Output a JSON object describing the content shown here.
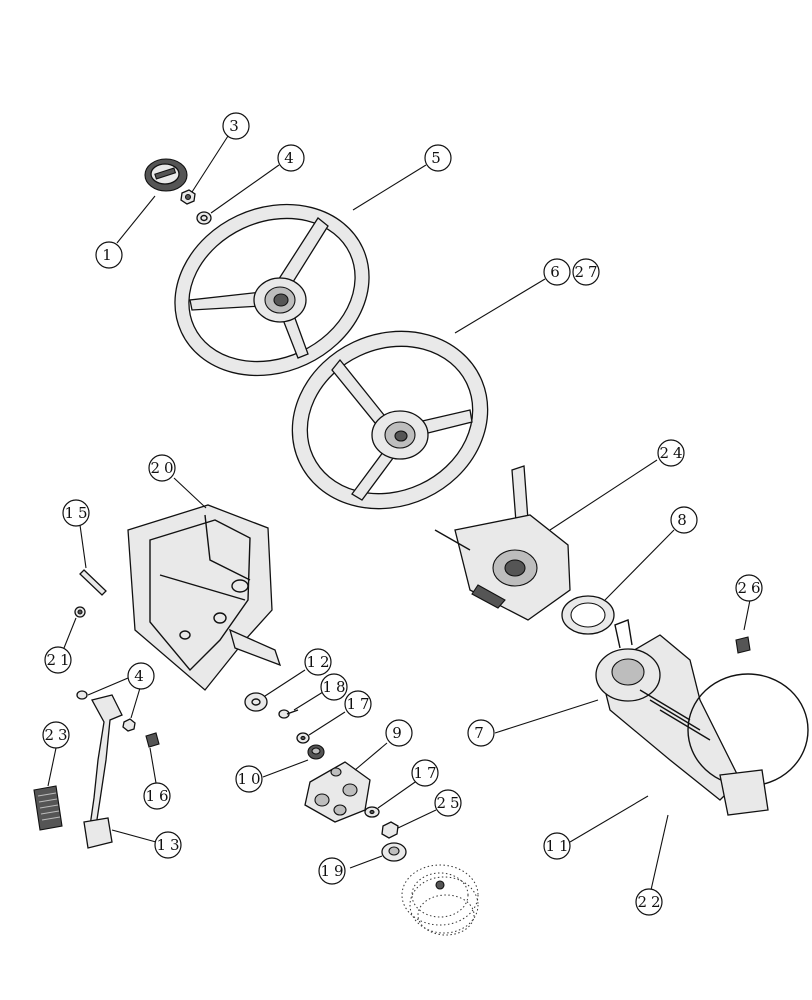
{
  "callouts": [
    {
      "id": "c1",
      "label": "1"
    },
    {
      "id": "c3",
      "label": "3"
    },
    {
      "id": "c4a",
      "label": "4"
    },
    {
      "id": "c5",
      "label": "5"
    },
    {
      "id": "c6",
      "label": "6"
    },
    {
      "id": "c27",
      "label": "27"
    },
    {
      "id": "c20",
      "label": "20"
    },
    {
      "id": "c24",
      "label": "24"
    },
    {
      "id": "c8",
      "label": "8"
    },
    {
      "id": "c15",
      "label": "15"
    },
    {
      "id": "c21",
      "label": "21"
    },
    {
      "id": "c26",
      "label": "26"
    },
    {
      "id": "c12",
      "label": "12"
    },
    {
      "id": "c18",
      "label": "18"
    },
    {
      "id": "c17a",
      "label": "17"
    },
    {
      "id": "c4b",
      "label": "4"
    },
    {
      "id": "c23",
      "label": "23"
    },
    {
      "id": "c9",
      "label": "9"
    },
    {
      "id": "c7",
      "label": "7"
    },
    {
      "id": "c10",
      "label": "10"
    },
    {
      "id": "c16",
      "label": "16"
    },
    {
      "id": "c17b",
      "label": "17"
    },
    {
      "id": "c25",
      "label": "25"
    },
    {
      "id": "c11",
      "label": "11"
    },
    {
      "id": "c13",
      "label": "13"
    },
    {
      "id": "c19",
      "label": "19"
    },
    {
      "id": "c22",
      "label": "22"
    }
  ]
}
